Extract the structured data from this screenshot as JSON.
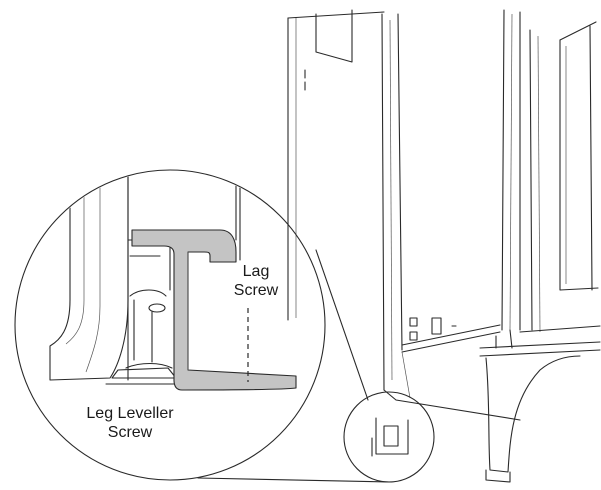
{
  "labels": {
    "lag_line1": "Lag",
    "lag_line2": "Screw",
    "leveller_line1": "Leg Leveller",
    "leveller_line2": "Screw"
  },
  "colors": {
    "bracket_fill": "#c4c4c4",
    "line": "#2a2a2a",
    "background": "#ffffff"
  }
}
